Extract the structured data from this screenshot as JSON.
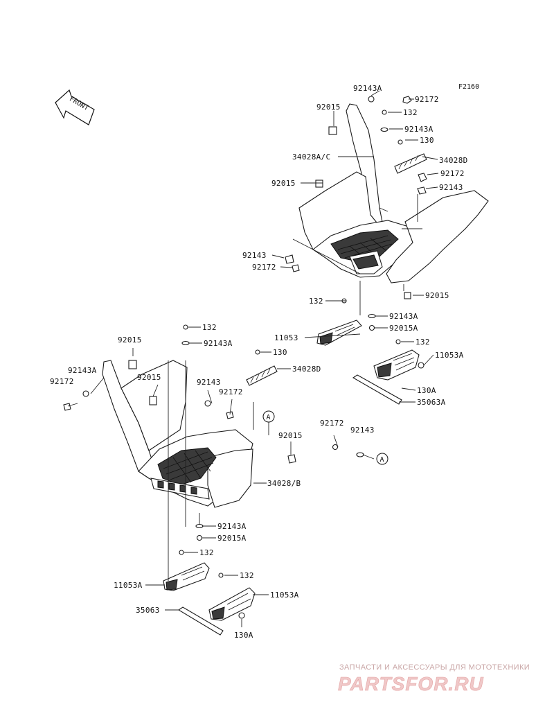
{
  "figure_code": "F2160",
  "front_label": "FRONT",
  "callout_letter": "A",
  "parts": {
    "p92143A_a": "92143A",
    "p92172_a": "92172",
    "p92015_a": "92015",
    "p132_a": "132",
    "p92143A_b": "92143A",
    "p130_a": "130",
    "p34028AC": "34028A/C",
    "p34028D_a": "34028D",
    "p92015_b": "92015",
    "p92172_b": "92172",
    "p92143_a": "92143",
    "p92143_b": "92143",
    "p92172_c": "92172",
    "p92015_c": "92015",
    "p132_b": "132",
    "p92143A_c": "92143A",
    "p92015A_a": "92015A",
    "p11053_a": "11053",
    "p132_c": "132",
    "p11053A_a": "11053A",
    "p130A_a": "130A",
    "p35063A": "35063A",
    "p132_d": "132",
    "p92143A_d": "92143A",
    "p92015_d": "92015",
    "p130_b": "130",
    "p34028D_b": "34028D",
    "p92143A_e": "92143A",
    "p92172_d": "92172",
    "p92015_e": "92015",
    "p92143_c": "92143",
    "p92172_e": "92172",
    "p92015_f": "92015",
    "p92172_f": "92172",
    "p92143_d": "92143",
    "p34028B": "34028/B",
    "p92143A_f": "92143A",
    "p92015A_b": "92015A",
    "p132_e": "132",
    "p132_f": "132",
    "p11053A_b": "11053A",
    "p11053A_c": "11053A",
    "p35063": "35063",
    "p130A_b": "130A"
  },
  "watermark": {
    "line1": "ЗАПЧАСТИ И АКСЕССУАРЫ ДЛЯ МОТОТЕХНИКИ",
    "line2": "PARTSFOR.RU"
  }
}
